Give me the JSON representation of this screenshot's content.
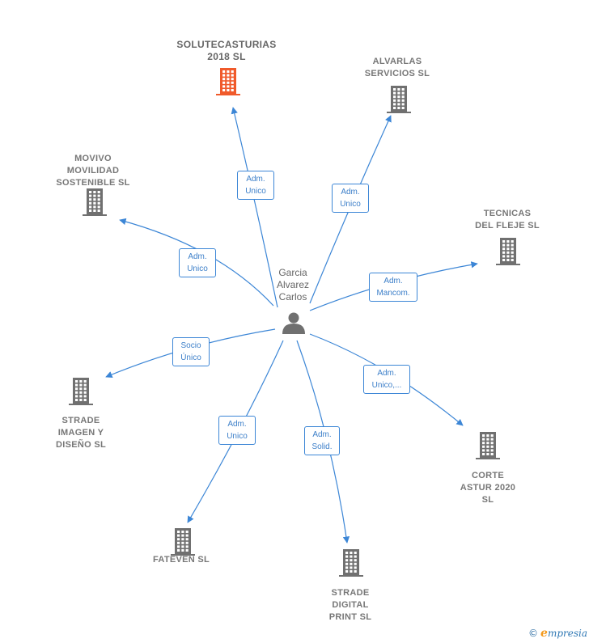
{
  "center": {
    "name": "Garcia\nAlvarez\nCarlos",
    "icon": "person-icon"
  },
  "nodes": [
    {
      "id": "solutecasturias",
      "label": "SOLUTECASTURIAS\n2018  SL",
      "icon": "building-icon",
      "color": "#f05a2b"
    },
    {
      "id": "alvarlas",
      "label": "ALVARLAS\nSERVICIOS SL",
      "icon": "building-icon",
      "color": "#707070"
    },
    {
      "id": "movivo",
      "label": "MOVIVO\nMOVILIDAD\nSOSTENIBLE SL",
      "icon": "building-icon",
      "color": "#707070"
    },
    {
      "id": "tecnicas",
      "label": "TECNICAS\nDEL FLEJE SL",
      "icon": "building-icon",
      "color": "#707070"
    },
    {
      "id": "strade-imagen",
      "label": "STRADE\nIMAGEN Y\nDISEÑO  SL",
      "icon": "building-icon",
      "color": "#707070"
    },
    {
      "id": "corte-astur",
      "label": "CORTE\nASTUR 2020\nSL",
      "icon": "building-icon",
      "color": "#707070"
    },
    {
      "id": "fateven",
      "label": "FATEVEN SL",
      "icon": "building-icon",
      "color": "#707070"
    },
    {
      "id": "strade-digital",
      "label": "STRADE\nDIGITAL\nPRINT  SL",
      "icon": "building-icon",
      "color": "#707070"
    }
  ],
  "edges": [
    {
      "to": "solutecasturias",
      "label": "Adm.\nUnico"
    },
    {
      "to": "alvarlas",
      "label": "Adm.\nUnico"
    },
    {
      "to": "movivo",
      "label": "Adm.\nUnico"
    },
    {
      "to": "tecnicas",
      "label": "Adm.\nMancom."
    },
    {
      "to": "strade-imagen",
      "label": "Socio\nÚnico"
    },
    {
      "to": "corte-astur",
      "label": "Adm.\nUnico,..."
    },
    {
      "to": "fateven",
      "label": "Adm.\nUnico"
    },
    {
      "to": "strade-digital",
      "label": "Adm.\nSolid."
    }
  ],
  "colors": {
    "edge": "#3c86d6",
    "building": "#707070",
    "highlight": "#f05a2b"
  },
  "watermark": {
    "copyright": "©",
    "brand_initial": "e",
    "brand_rest": "mpresia"
  }
}
